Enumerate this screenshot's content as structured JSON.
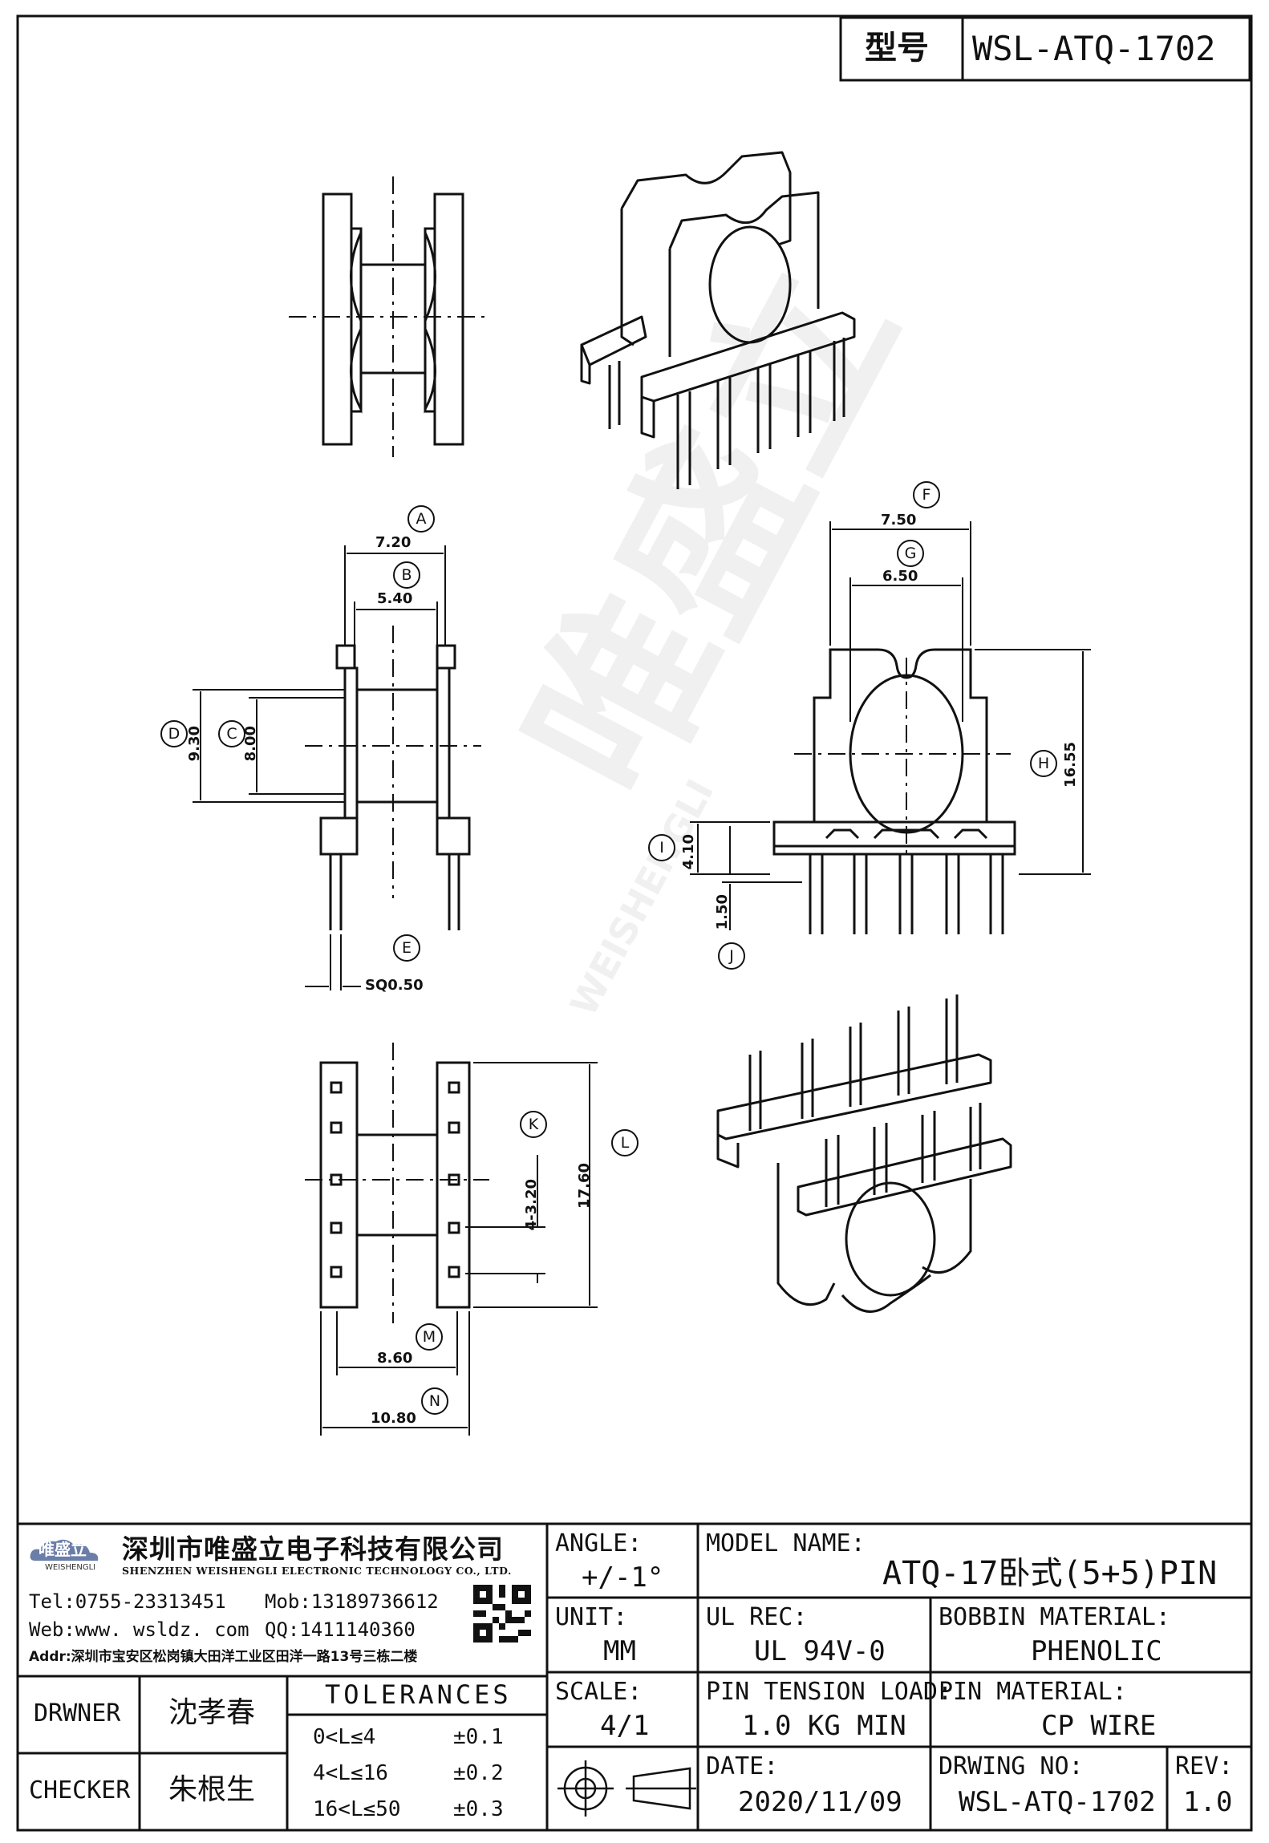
{
  "header": {
    "model_label": "型号",
    "model_value": "WSL-ATQ-1702"
  },
  "dimensions": {
    "A": "7.20",
    "B": "5.40",
    "C": "8.00",
    "D": "9.30",
    "E": "SQ0.50",
    "F": "7.50",
    "G": "6.50",
    "H": "16.55",
    "I": "4.10",
    "J": "1.50",
    "K": "4-3.20",
    "L": "17.60",
    "M": "8.60",
    "N": "10.80"
  },
  "callouts": [
    "A",
    "B",
    "C",
    "D",
    "E",
    "F",
    "G",
    "H",
    "I",
    "J",
    "K",
    "L",
    "M",
    "N"
  ],
  "watermark": {
    "text": "唯盛立",
    "subtext": "WEISHENGLI"
  },
  "company": {
    "logo_text": "唯盛立",
    "logo_sub": "WEISHENGLI",
    "name_cn": "深圳市唯盛立电子科技有限公司",
    "name_en": "SHENZHEN WEISHENGLI ELECTRONIC TECHNOLOGY CO., LTD.",
    "tel": "Tel:0755-23313451",
    "mob": "Mob:13189736612",
    "web": "Web:www. wsldz. com",
    "qq": "QQ:1411140360",
    "addr": "Addr:深圳市宝安区松岗镇大田洋工业区田洋一路13号三栋二楼"
  },
  "people": {
    "drawer_label": "DRWNER",
    "drawer": "沈孝春",
    "checker_label": "CHECKER",
    "checker": "朱根生"
  },
  "tolerances": {
    "title": "TOLERANCES",
    "rows": [
      {
        "range": "0<L≤4",
        "tol": "±0.1"
      },
      {
        "range": "4<L≤16",
        "tol": "±0.2"
      },
      {
        "range": "16<L≤50",
        "tol": "±0.3"
      }
    ]
  },
  "spec": {
    "angle_label": "ANGLE:",
    "angle": "+/-1°",
    "unit_label": "UNIT:",
    "unit": "MM",
    "scale_label": "SCALE:",
    "scale": "4/1",
    "model_name_label": "MODEL NAME:",
    "model_name": "ATQ-17卧式(5+5)PIN",
    "ul_label": "UL REC:",
    "ul": "UL 94V-0",
    "bobbin_label": "BOBBIN MATERIAL:",
    "bobbin": "PHENOLIC",
    "tension_label": "PIN TENSION LOAD:",
    "tension": "1.0 KG MIN",
    "pin_material_label": "PIN MATERIAL:",
    "pin_material": "CP WIRE",
    "date_label": "DATE:",
    "date": "2020/11/09",
    "drawing_no_label": "DRWING NO:",
    "drawing_no": "WSL-ATQ-1702",
    "rev_label": "REV:",
    "rev": "1.0"
  }
}
